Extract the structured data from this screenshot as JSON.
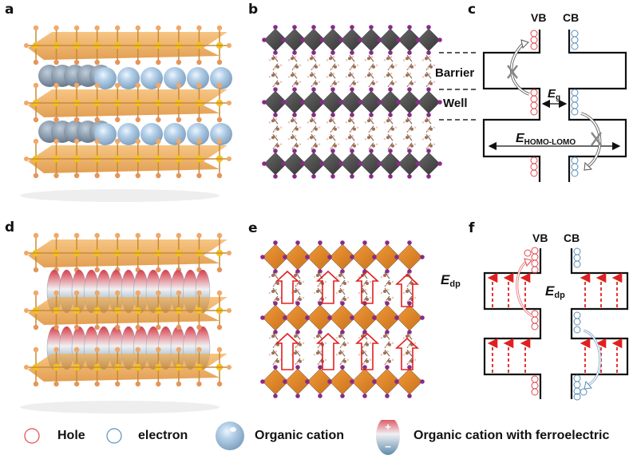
{
  "figure": {
    "panels": [
      {
        "id": "a",
        "label": "a",
        "content": "Layered perovskite with organic cation spheres"
      },
      {
        "id": "b",
        "label": "b",
        "content": "Crystal structure with barrier and well layers"
      },
      {
        "id": "c",
        "label": "c",
        "content": "Band diagram of conventional 2D perovskite"
      },
      {
        "id": "d",
        "label": "d",
        "content": "Layered perovskite with ferroelectric organic cations"
      },
      {
        "id": "e",
        "label": "e",
        "content": "Crystal structure with dipole arrows"
      },
      {
        "id": "f",
        "label": "f",
        "content": "Band diagram with dipole field"
      }
    ],
    "panel_b": {
      "barrier_label": "Barrier",
      "well_label": "Well"
    },
    "panel_c": {
      "vb_label": "VB",
      "cb_label": "CB",
      "eg_label": "E",
      "eg_sub": "g",
      "ehl_label": "E",
      "ehl_sub": "HOMO-LOMO"
    },
    "panel_e": {
      "edp_label": "E",
      "edp_sub": "dp"
    },
    "panel_f": {
      "vb_label": "VB",
      "cb_label": "CB",
      "edp_label": "E",
      "edp_sub": "dp"
    },
    "legend": {
      "items": [
        {
          "icon": "hole-circle-icon",
          "label": "Hole",
          "color": "#e0474c"
        },
        {
          "icon": "electron-circle-icon",
          "label": "electron",
          "color": "#5b8fb9"
        },
        {
          "icon": "organic-cation-sphere-icon",
          "label": "Organic cation",
          "color": "#9fc0de"
        },
        {
          "icon": "ferroelectric-cation-icon",
          "label": "Organic cation with ferroelectric",
          "plus": "+",
          "minus": "−"
        }
      ]
    },
    "colors": {
      "octahedra_orange": "#e8962a",
      "octahedra_dark": "#4a4a4a",
      "halide_purple": "#8a2a8a",
      "hole_red": "#e0474c",
      "electron_blue": "#5b8fb9",
      "dipole_red": "#e02020",
      "cation_blue": "#9fc0de"
    }
  }
}
